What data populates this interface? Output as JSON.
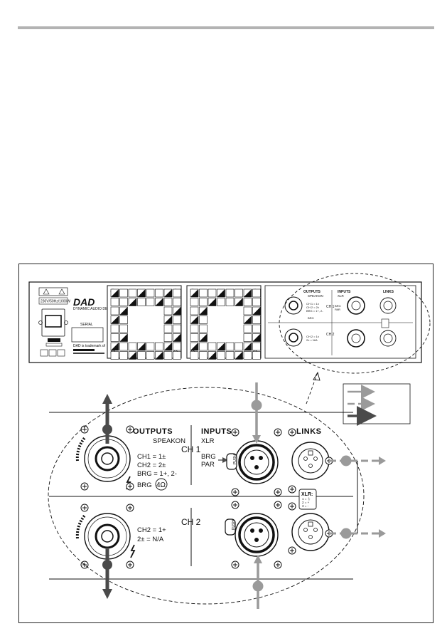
{
  "page": {
    "accent_gray": "#9a9a9a",
    "dark_gray": "#4a4a4a"
  },
  "panel": {
    "brand": "DAD",
    "brand_sub": "DYNAMIC AUDIO DEVICE",
    "voltage": "230V/50Hz/1000W",
    "serial_label": "SERIAL",
    "trademark": "DAD is trademark of"
  },
  "mini": {
    "outputs": "OUTPUTS",
    "speakon": "SPEAKON",
    "inputs": "INPUTS",
    "xlr": "XLR",
    "links": "LINKS",
    "ch1": "CH 1",
    "ch2": "CH 2",
    "ch1_pins": [
      "CH 1 = 1±",
      "CH 2 = 2±",
      "BRG = 1+, 2-"
    ],
    "ch2_pins": [
      "CH 2 = 1±",
      "2± = N/A"
    ],
    "brg": "BRG",
    "par": "PAR"
  },
  "detail": {
    "outputs_title": "OUTPUTS",
    "speakon": "SPEAKON",
    "inputs_title": "INPUTS",
    "xlr": "XLR",
    "links_title": "LINKS",
    "ch1": "CH 1",
    "ch2": "CH 2",
    "ch1_pins": [
      "CH1 = 1±",
      "CH2 = 2±",
      "BRG = 1+, 2-"
    ],
    "ch2_pins": [
      "CH2 = 1+",
      "2± = N/A"
    ],
    "brg": "BRG",
    "par": "PAR",
    "brg_impedance": "4Ω",
    "push": "PUSH",
    "xlr_box_title": "XLR:",
    "xlr_box_pins": [
      "1 = ⏚",
      "2 = +",
      "3 = -"
    ]
  }
}
